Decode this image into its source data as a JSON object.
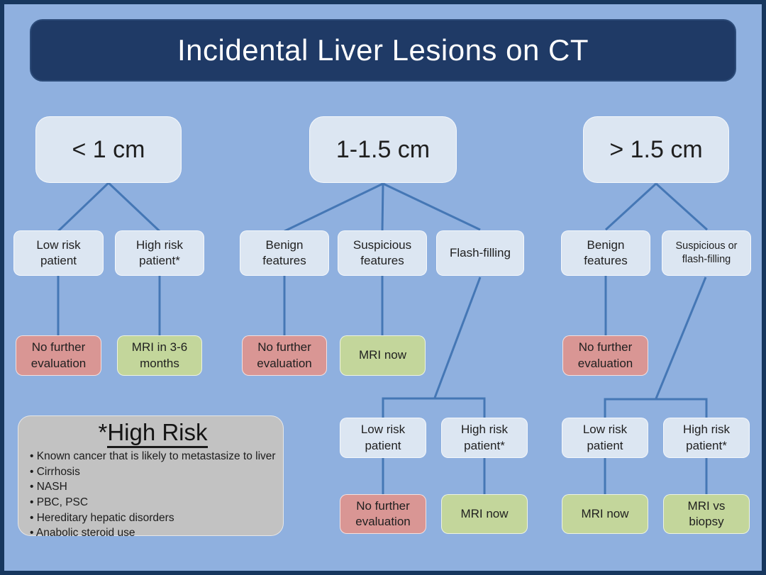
{
  "title": "Incidental Liver Lesions on CT",
  "colors": {
    "bg": "#8fb0df",
    "frame": "#17375e",
    "titlebar": "#1f3a66",
    "node": "#dce6f2",
    "stop": "#d99694",
    "go": "#c3d69b",
    "note": "#c2c2c2",
    "line": "#4577b5",
    "text": "#1f1f1f"
  },
  "col1": {
    "size": "< 1 cm",
    "low_risk": "Low risk\npatient",
    "high_risk": "High risk\npatient*",
    "low_outcome": "No further\nevaluation",
    "high_outcome": "MRI in 3-6\nmonths"
  },
  "col2": {
    "size": "1-1.5 cm",
    "benign": "Benign\nfeatures",
    "suspicious": "Suspicious\nfeatures",
    "flash": "Flash-filling",
    "benign_outcome": "No further\nevaluation",
    "suspicious_outcome": "MRI now",
    "low_risk": "Low risk\npatient",
    "high_risk": "High risk\npatient*",
    "low_outcome": "No further\nevaluation",
    "high_outcome": "MRI now"
  },
  "col3": {
    "size": "> 1.5 cm",
    "benign": "Benign\nfeatures",
    "suspicious": "Suspicious or\nflash-filling",
    "benign_outcome": "No further\nevaluation",
    "low_risk": "Low risk\npatient",
    "high_risk": "High risk\npatient*",
    "low_outcome": "MRI now",
    "high_outcome": "MRI vs\nbiopsy"
  },
  "note": {
    "asterisk": "*",
    "title": "High Risk",
    "bullets": [
      "Known cancer that is likely to metastasize to liver",
      "Cirrhosis",
      "NASH",
      "PBC, PSC",
      "Hereditary hepatic disorders",
      "Anabolic steroid use"
    ]
  }
}
